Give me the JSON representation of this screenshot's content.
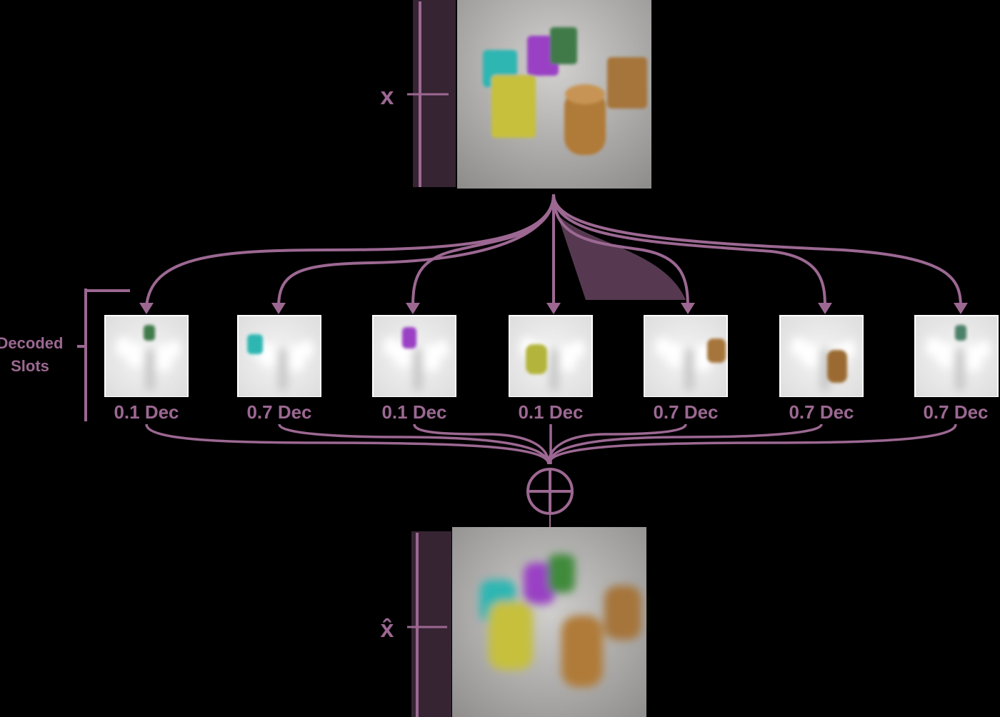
{
  "diagram": {
    "accent_color": "#9c6892",
    "input_label": "x",
    "output_label": "x̂",
    "side_label_line1": "Decoded",
    "side_label_line2": "Slots",
    "combine_symbol": "sum-circle",
    "slots": [
      {
        "label": "0.1 Dec",
        "object_color": "#3f7a4a"
      },
      {
        "label": "0.7 Dec",
        "object_color": "#2fb6b2"
      },
      {
        "label": "0.1 Dec",
        "object_color": "#9a3fc4"
      },
      {
        "label": "0.1 Dec",
        "object_color": "#b3b43b"
      },
      {
        "label": "0.7 Dec",
        "object_color": "#a6743a"
      },
      {
        "label": "0.7 Dec",
        "object_color": "#9a6a33"
      },
      {
        "label": "0.7 Dec",
        "object_color": "#4c8069"
      }
    ]
  }
}
